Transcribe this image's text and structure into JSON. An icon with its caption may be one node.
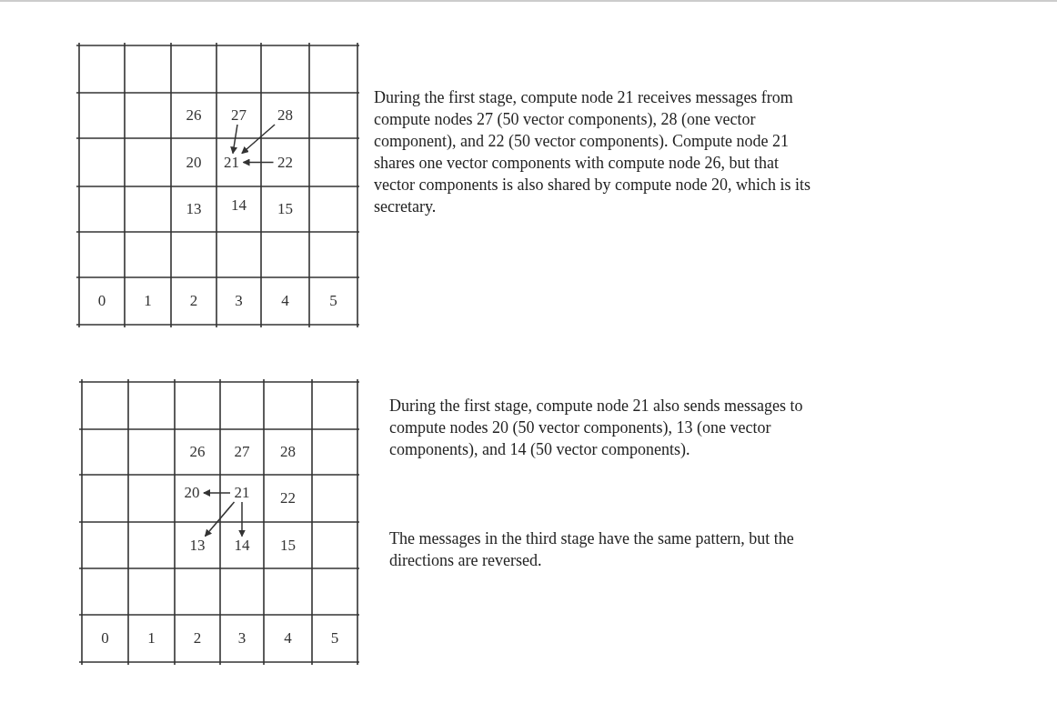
{
  "diagram": {
    "nodes": [
      {
        "text": [
          "26"
        ]
      },
      {
        "text": [
          "27"
        ]
      },
      {
        "text": [
          "28"
        ]
      },
      {
        "text": [
          "20"
        ]
      },
      {
        "text": [
          "21"
        ]
      },
      {
        "text": [
          "22"
        ]
      },
      {
        "text": [
          "13"
        ]
      },
      {
        "text": [
          "14"
        ]
      },
      {
        "text": [
          "15"
        ]
      },
      {
        "text": [
          "0"
        ]
      },
      {
        "text": [
          "1"
        ]
      },
      {
        "text": [
          "2"
        ]
      },
      {
        "text": [
          "3"
        ]
      },
      {
        "text": [
          "4"
        ]
      },
      {
        "text": [
          "5"
        ]
      },
      {
        "text": [
          "26"
        ]
      },
      {
        "text": [
          "27"
        ]
      },
      {
        "text": [
          "28"
        ]
      },
      {
        "text": [
          "20"
        ]
      },
      {
        "text": [
          "21"
        ]
      },
      {
        "text": [
          "22"
        ]
      },
      {
        "text": [
          "13"
        ]
      },
      {
        "text": [
          "14"
        ]
      },
      {
        "text": [
          "15"
        ]
      },
      {
        "text": [
          "0"
        ]
      },
      {
        "text": [
          "1"
        ]
      },
      {
        "text": [
          "2"
        ]
      },
      {
        "text": [
          "3"
        ]
      },
      {
        "text": [
          "4"
        ]
      },
      {
        "text": [
          "5"
        ]
      }
    ],
    "edges": [
      {
        "from": 1,
        "to": 4,
        "arrow": "to"
      },
      {
        "from": 2,
        "to": 4,
        "arrow": "to"
      },
      {
        "from": 5,
        "to": 4,
        "arrow": "to"
      },
      {
        "from": 19,
        "to": 18,
        "arrow": "to"
      },
      {
        "from": 19,
        "to": 21,
        "arrow": "to"
      },
      {
        "from": 19,
        "to": 22,
        "arrow": "to"
      }
    ],
    "labels": [
      "During the first stage, compute node 21 receives messages from compute nodes 27 (50 vector components), 28 (one vector component), and 22 (50 vector components). Compute node 21 shares one vector components with compute node 26, but that vector components is also shared by compute node 20, which is its secretary.",
      "During the first stage, compute node 21 also sends messages to compute nodes 20 (50 vector components), 13 (one vector components), and 14 (50 vector components).",
      "The messages in the third stage have the same pattern, but the directions are reversed."
    ]
  }
}
